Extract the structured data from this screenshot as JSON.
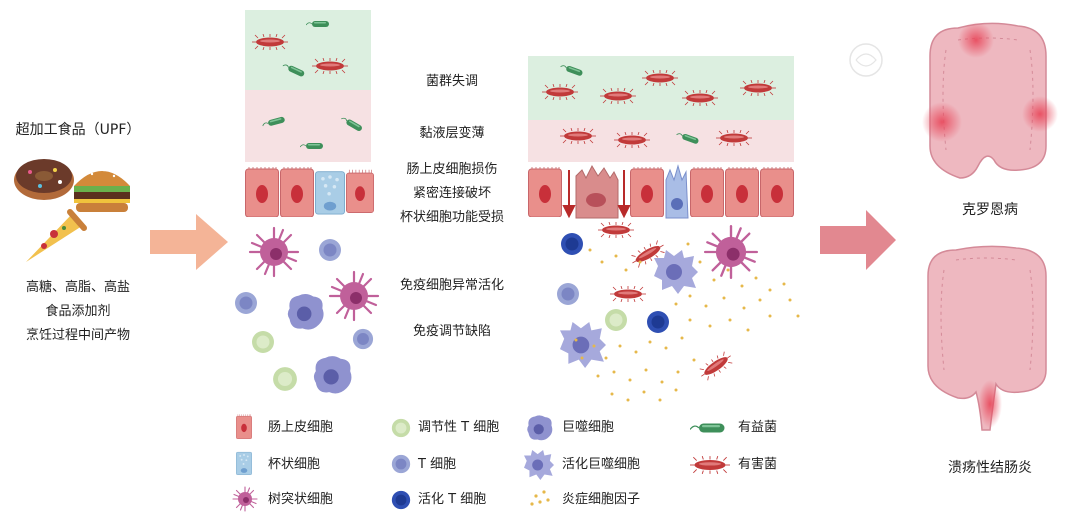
{
  "upf": {
    "title": "超加工食品（UPF）",
    "factors": [
      "高糖、高脂、高盐",
      "食品添加剂",
      "烹饪过程中间产物"
    ]
  },
  "process": [
    "菌群失调",
    "黏液层变薄",
    "肠上皮细胞损伤",
    "紧密连接破坏",
    "杯状细胞功能受损",
    "免疫细胞异常活化",
    "免疫调节缺陷"
  ],
  "outcomes": {
    "crohn": "克罗恩病",
    "uc": "溃疡性结肠炎"
  },
  "legend": {
    "epithelial": "肠上皮细胞",
    "goblet": "杯状细胞",
    "dendritic": "树突状细胞",
    "treg": "调节性 T 细胞",
    "tcell": "T 细胞",
    "active_t": "活化 T 细胞",
    "macrophage": "巨噬细胞",
    "active_macro": "活化巨噬细胞",
    "cytokine": "炎症细胞因子",
    "beneficial": "有益菌",
    "harmful": "有害菌"
  },
  "colors": {
    "microbe_zone": "#dcefe0",
    "mucus_zone": "#f6e1e3",
    "epithelial_cell": "#e98f8b",
    "nucleus": "#c8303a",
    "goblet_cell": "#a9cde6",
    "dendritic_cell": "#c0609a",
    "treg_cell": "#c5dca8",
    "t_cell": "#9ba6d6",
    "active_t_cell": "#2f4fb3",
    "macrophage": "#8f92cf",
    "cytokine": "#e6b84a",
    "beneficial_bacteria": "#3e8f5a",
    "harmful_bacteria": "#c13a3a",
    "arrow": "#f4b497",
    "arrow_right": "#e28890",
    "colon": "#eeb8c0",
    "inflammation": "#e8475a"
  },
  "icons": [
    "donut-icon",
    "burger-icon",
    "pizza-icon",
    "dendritic-cell-icon",
    "macrophage-icon",
    "bacteria-icon",
    "colon-icon"
  ]
}
